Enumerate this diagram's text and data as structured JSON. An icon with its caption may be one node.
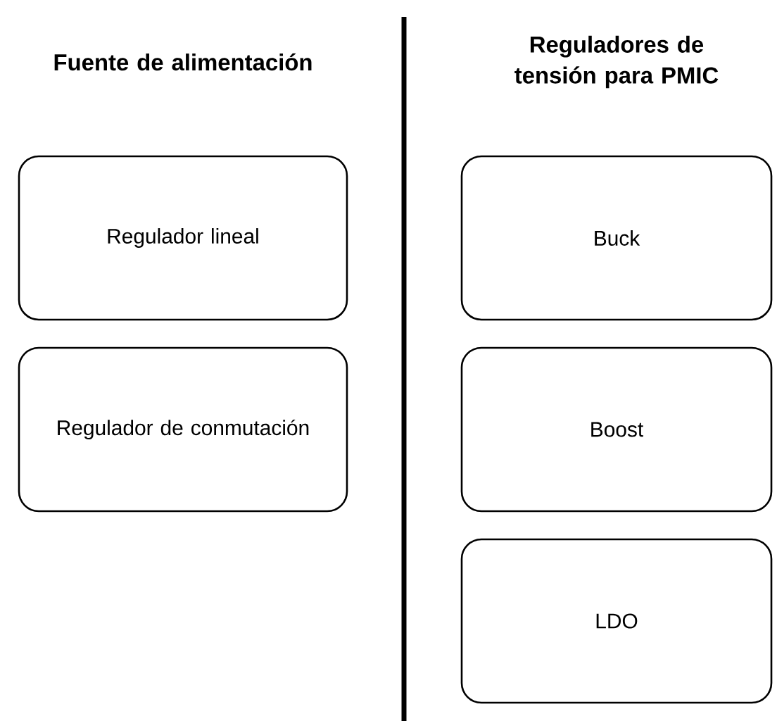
{
  "diagram": {
    "nodes": [
      {
        "text": [
          "Regulador lineal"
        ]
      },
      {
        "text": [
          "Regulador de conmutación"
        ]
      },
      {
        "text": [
          "Buck"
        ]
      },
      {
        "text": [
          "Boost"
        ]
      },
      {
        "text": [
          "LDO"
        ]
      }
    ],
    "labels": [
      "Fuente de alimentación",
      "Reguladores de tensión para PMIC"
    ]
  }
}
